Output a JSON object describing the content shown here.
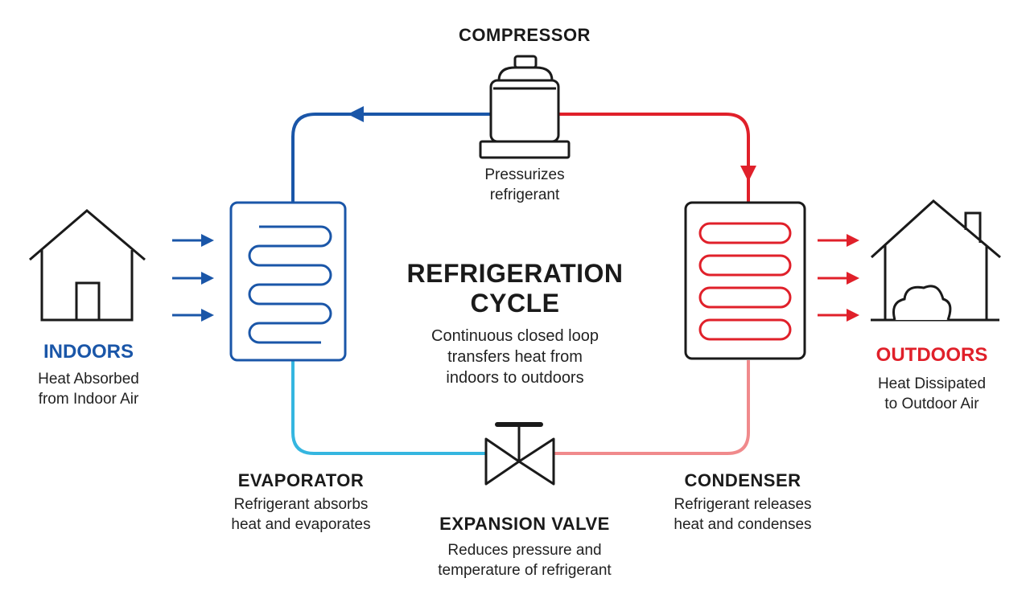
{
  "diagram": {
    "center": {
      "title_line1": "REFRIGERATION",
      "title_line2": "CYCLE",
      "desc_line1": "Continuous closed loop",
      "desc_line2": "transfers heat from",
      "desc_line3": "indoors to outdoors"
    },
    "compressor": {
      "title": "COMPRESSOR",
      "desc_line1": "Pressurizes",
      "desc_line2": "refrigerant"
    },
    "evaporator": {
      "title": "EVAPORATOR",
      "desc_line1": "Refrigerant absorbs",
      "desc_line2": "heat and evaporates"
    },
    "condenser": {
      "title": "CONDENSER",
      "desc_line1": "Refrigerant releases",
      "desc_line2": "heat and condenses"
    },
    "expansion_valve": {
      "title": "EXPANSION VALVE",
      "desc_line1": "Reduces pressure and",
      "desc_line2": "temperature of refrigerant"
    },
    "indoors": {
      "title": "INDOORS",
      "desc_line1": "Heat Absorbed",
      "desc_line2": "from Indoor Air"
    },
    "outdoors": {
      "title": "OUTDOORS",
      "desc_line1": "Heat Dissipated",
      "desc_line2": "to Outdoor Air"
    }
  },
  "colors": {
    "cold_dark": "#1a56a8",
    "cold_light": "#35b6e0",
    "hot_dark": "#e0202a",
    "hot_light": "#f08a8c",
    "ink": "#1a1a1a"
  },
  "icons": [
    "house-icon",
    "house-with-tree-icon",
    "compressor-icon",
    "expansion-valve-icon",
    "evaporator-coil-icon",
    "condenser-coil-icon",
    "heat-arrow-icon",
    "flow-arrow-icon"
  ]
}
